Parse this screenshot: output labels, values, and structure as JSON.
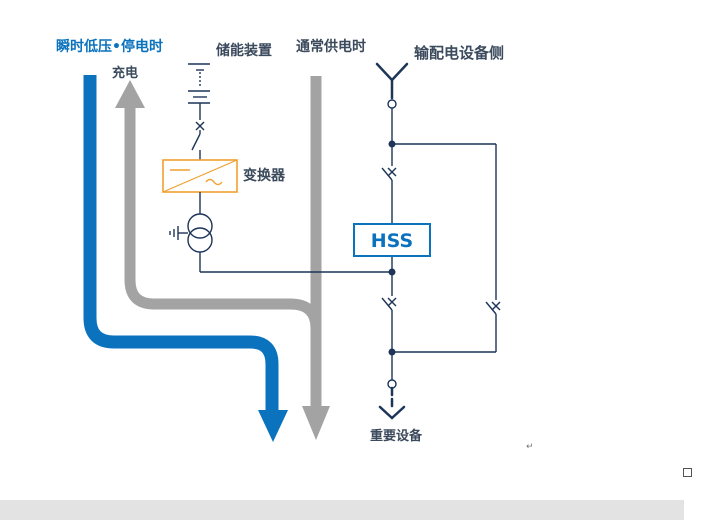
{
  "labels": {
    "charging_mode": "瞬时低压•停电时",
    "charging": "充电",
    "storage_device": "储能装置",
    "normal_supply": "通常供电时",
    "grid_side": "输配电设备侧",
    "converter": "变换器",
    "hss": "HSS",
    "critical_equipment": "重要设备"
  },
  "colors": {
    "blue_flow": "#0b72bd",
    "gray_flow": "#a3a3a3",
    "line": "#1d3557",
    "converter_orange": "#f0a030",
    "hss_border": "#0b72bd"
  }
}
